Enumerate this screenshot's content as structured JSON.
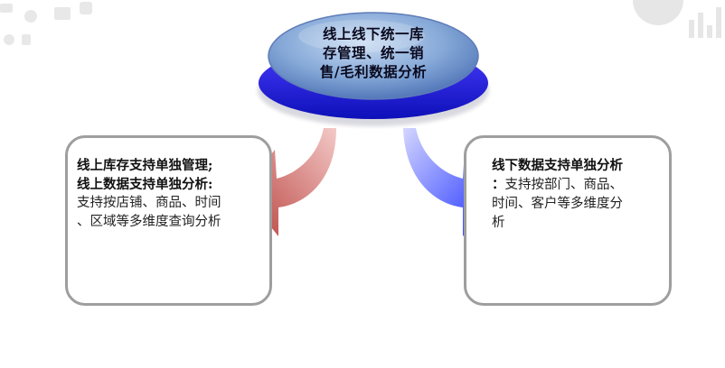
{
  "center_node": {
    "lines": [
      "线上线下统一库",
      "存管理、统一销",
      "售/毛利数据分析"
    ]
  },
  "left_box": {
    "bold_lines": [
      "线上库存支持单独管理;",
      "线上数据支持单独分析:"
    ],
    "normal_lines": [
      "支持按店铺、商品、时间",
      "、区域等多维度查询分析"
    ]
  },
  "right_box": {
    "bold_lines": [
      "线下数据支持单独分析"
    ],
    "first_line_prefix": "：",
    "first_line_rest": "支持按部门、商品、",
    "normal_lines": [
      "时间、客户等多维度分",
      "析"
    ]
  },
  "colors": {
    "left_arrow": "#c0504d",
    "right_arrow": "#2b3bff",
    "ellipse_fill": "#5f8fd0",
    "ellipse_rim": "#2a2ae8",
    "box_border": "#9e9e9e"
  }
}
